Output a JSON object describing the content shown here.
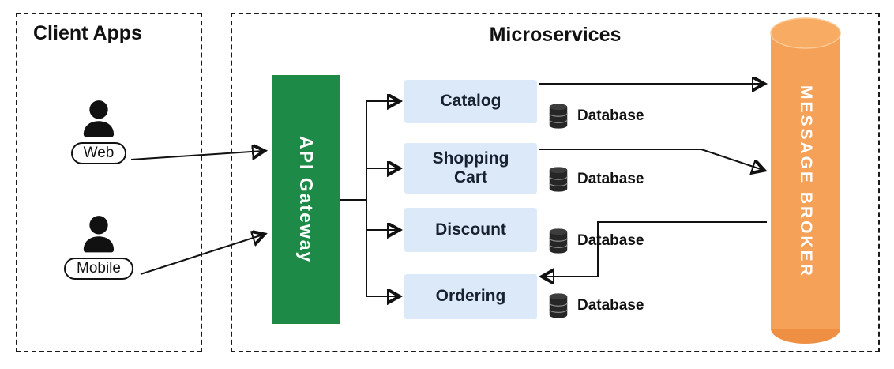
{
  "diagram": {
    "client_apps": {
      "title": "Client Apps",
      "actors": [
        {
          "label": "Web"
        },
        {
          "label": "Mobile"
        }
      ]
    },
    "microservices": {
      "title": "Microservices",
      "gateway": {
        "label": "API Gateway",
        "color": "#1e8a47"
      },
      "services": [
        {
          "label": "Catalog",
          "database_label": "Database"
        },
        {
          "label": "Shopping Cart",
          "database_label": "Database"
        },
        {
          "label": "Discount",
          "database_label": "Database"
        },
        {
          "label": "Ordering",
          "database_label": "Database"
        }
      ],
      "message_broker": {
        "label": "MESSAGE BROKER",
        "color": "#f6a158"
      }
    },
    "colors": {
      "service_fill": "#dce9f8",
      "gateway_green": "#1e8a47",
      "broker_orange": "#f6a158",
      "broker_bottom": "#ee8f43",
      "arrow": "#111111"
    },
    "icons": [
      "user-icon",
      "database-icon"
    ]
  }
}
